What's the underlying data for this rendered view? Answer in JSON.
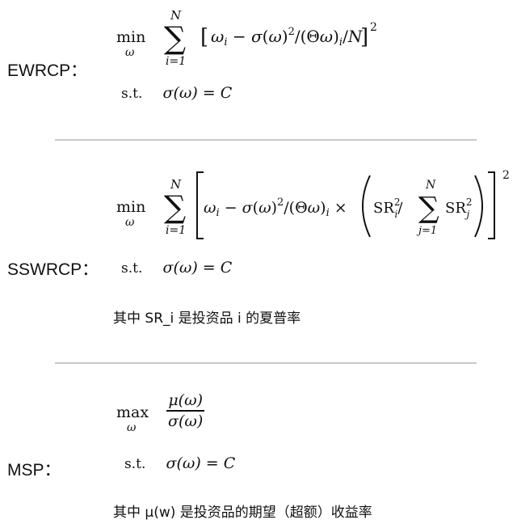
{
  "sections": [
    {
      "label": "EWRCP：",
      "op": "min",
      "op_sub": "ω",
      "sum_top": "N",
      "sum_bottom": "i=1",
      "objective": "[ωᵢ − σ(ω)²/(Θω)ᵢ/N]²",
      "st": "s.t.",
      "constraint": "σ(ω) = C"
    },
    {
      "label": "SSWRCP：",
      "op": "min",
      "op_sub": "ω",
      "sum_top": "N",
      "sum_bottom": "i=1",
      "objective": "[ωᵢ − σ(ω)²/(Θω)ᵢ × (SRᵢ²/Σⱼ₌₁ᴺ SRⱼ²)]²",
      "inner_sum_top": "N",
      "inner_sum_bottom": "j=1",
      "st": "s.t.",
      "constraint": "σ(ω) = C",
      "note": "其中 SR_i 是投资品 i 的夏普率"
    },
    {
      "label": "MSP：",
      "op": "max",
      "op_sub": "ω",
      "numerator": "μ(ω)",
      "denominator": "σ(ω)",
      "st": "s.t.",
      "constraint": "σ(ω) = C",
      "note": "其中 μ(w) 是投资品的期望（超额）收益率"
    }
  ]
}
